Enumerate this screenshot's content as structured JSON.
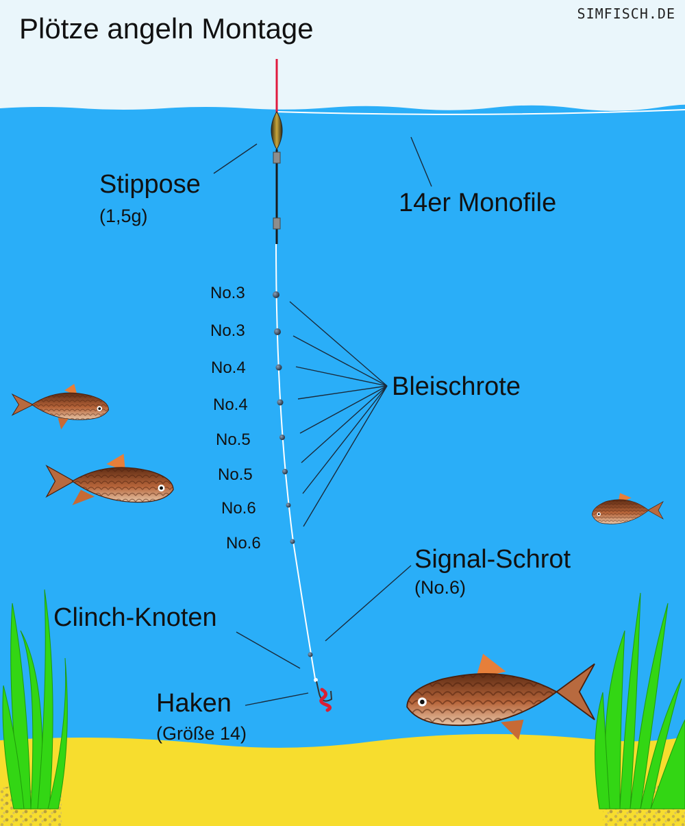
{
  "title": "Plötze angeln Montage",
  "brand": "SIMFISCH.DE",
  "colors": {
    "sky": "#eaf6fb",
    "water": "#2aaef8",
    "sand": "#f7dd2e",
    "float_tip": "#e0193d",
    "grass": "#33d614",
    "fish": "#9a4f2c",
    "worm": "#d92034"
  },
  "labels": {
    "float": "Stippose",
    "float_weight": "(1,5g)",
    "line": "14er Monofile",
    "shot_group": "Bleischrote",
    "signal_shot": "Signal-Schrot",
    "signal_size": "(No.6)",
    "knot": "Clinch-Knoten",
    "hook": "Haken",
    "hook_size": "(Größe 14)"
  },
  "shots": [
    "No.3",
    "No.3",
    "No.4",
    "No.4",
    "No.5",
    "No.5",
    "No.6",
    "No.6"
  ]
}
